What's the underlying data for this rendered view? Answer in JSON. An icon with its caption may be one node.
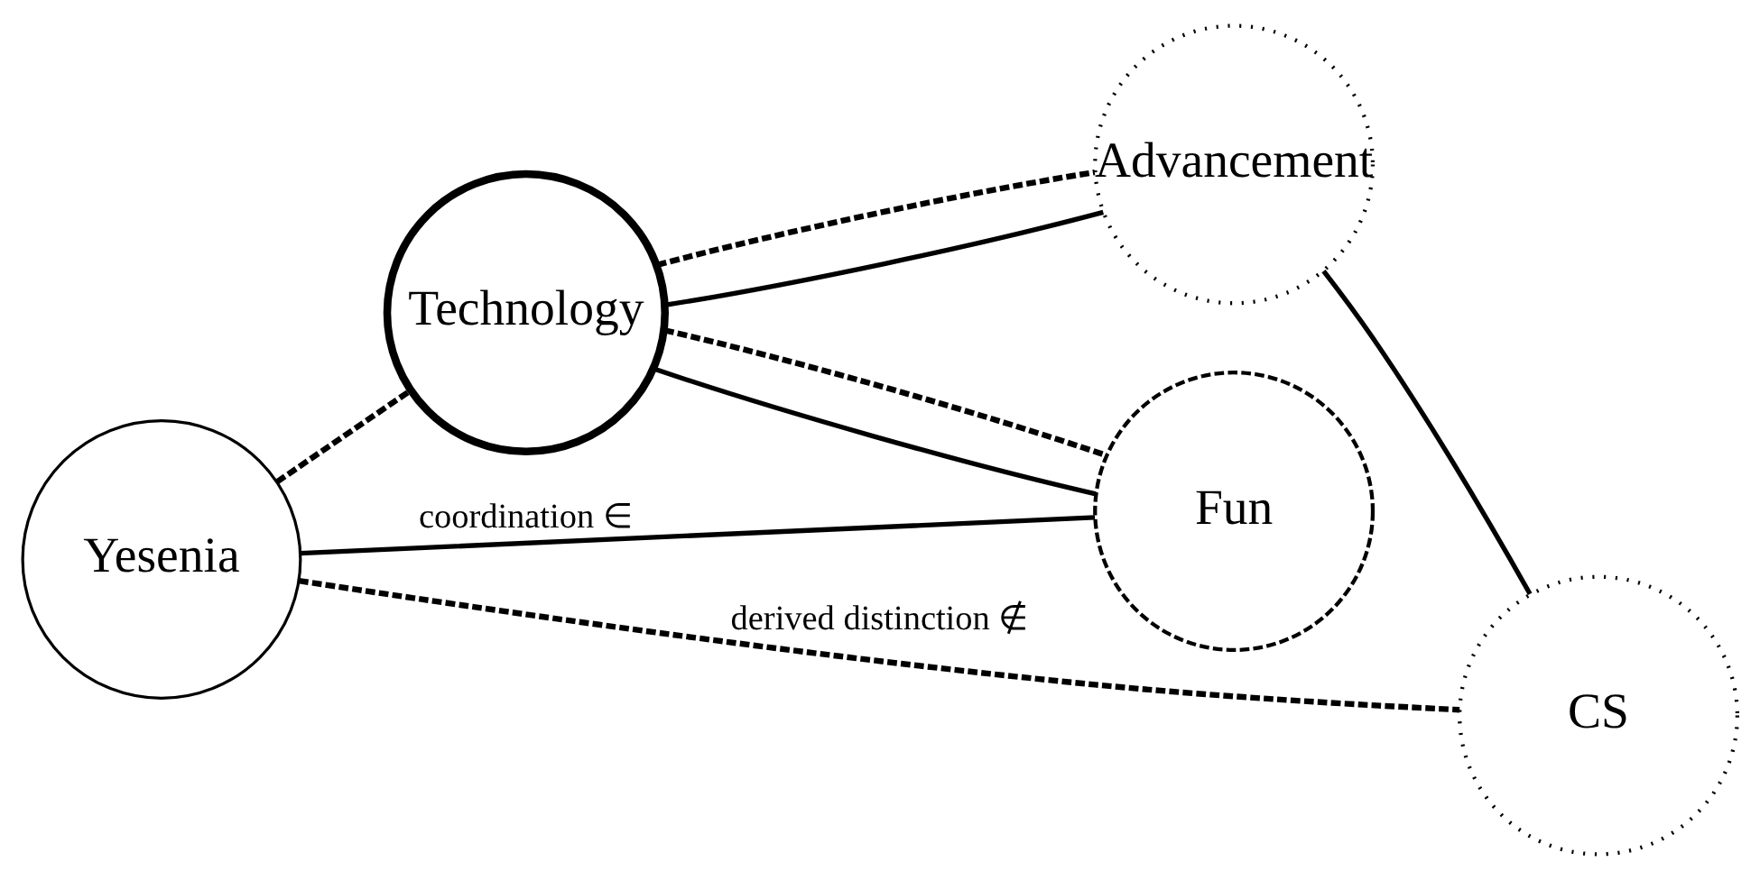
{
  "diagram": {
    "nodes": [
      {
        "text": [
          "Yesenia"
        ]
      },
      {
        "text": [
          "Technology"
        ]
      },
      {
        "text": [
          "Fun"
        ]
      },
      {
        "text": [
          "Advancement"
        ]
      },
      {
        "text": [
          "CS"
        ]
      }
    ],
    "edges": [
      {
        "from": 0,
        "to": 2,
        "arrow": "none",
        "label": "coordination ∈"
      },
      {
        "from": 0,
        "to": 1,
        "arrow": "none",
        "style": "dashed"
      },
      {
        "from": 1,
        "to": 2,
        "arrow": "none"
      },
      {
        "from": 1,
        "to": 2,
        "arrow": "none",
        "style": "dashed"
      },
      {
        "from": 1,
        "to": 3,
        "arrow": "none"
      },
      {
        "from": 1,
        "to": 3,
        "arrow": "none",
        "style": "dashed"
      },
      {
        "from": 3,
        "to": 4,
        "arrow": "none"
      },
      {
        "from": 0,
        "to": 4,
        "arrow": "none",
        "style": "dashed",
        "label": "derived distinction ∉"
      }
    ]
  }
}
